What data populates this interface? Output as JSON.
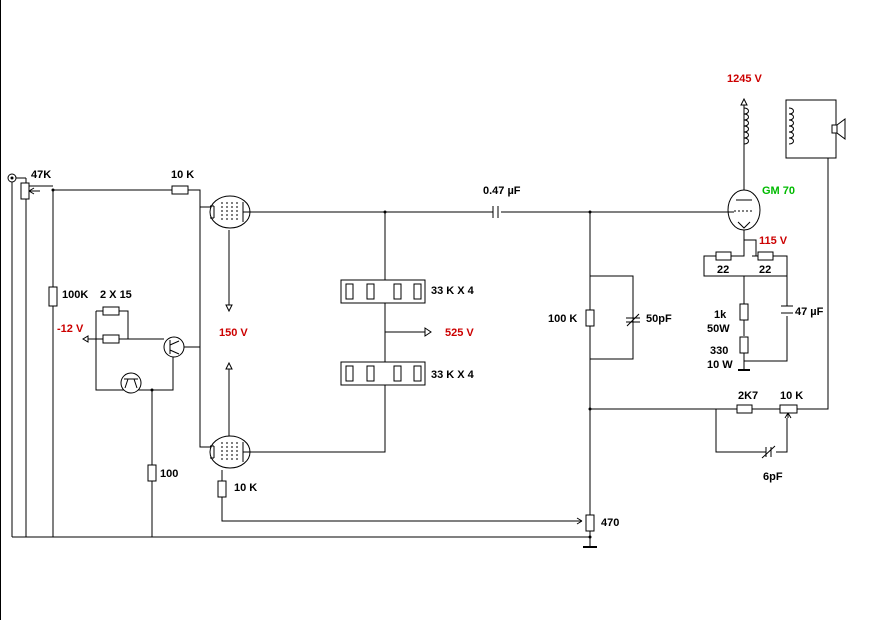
{
  "labels": {
    "r47k": "47K",
    "r10k_top": "10 K",
    "cap047": "0.47 µF",
    "v1245": "1245 V",
    "gm70": "GM 70",
    "v115": "115 V",
    "r22a": "22",
    "r22b": "22",
    "r1k": "1k",
    "r1k_w": "50W",
    "cap47": "47 µF",
    "r330": "330",
    "r330_w": "10 W",
    "r100k_left": "100K",
    "r2x15": "2 X 15",
    "vneg12": "-12 V",
    "v150": "150 V",
    "r33k_top": "33 K  X 4",
    "v525": "525 V",
    "r33k_bot": "33 K  X 4",
    "r100k_mid": "100 K",
    "cap50p": "50pF",
    "r2k7": "2K7",
    "r10k_right": "10 K",
    "cap6p": "6pF",
    "r100": "100",
    "r10k_bot": "10 K",
    "r470": "470"
  },
  "colors": {
    "wire": "#000000",
    "voltage": "#cc0000",
    "tube_name": "#00bb00"
  },
  "icons": [
    "input-jack-icon",
    "pentode-tube-icon",
    "triode-tube-icon",
    "transistor-icon",
    "speaker-icon",
    "transformer-icon",
    "ground-icon"
  ]
}
